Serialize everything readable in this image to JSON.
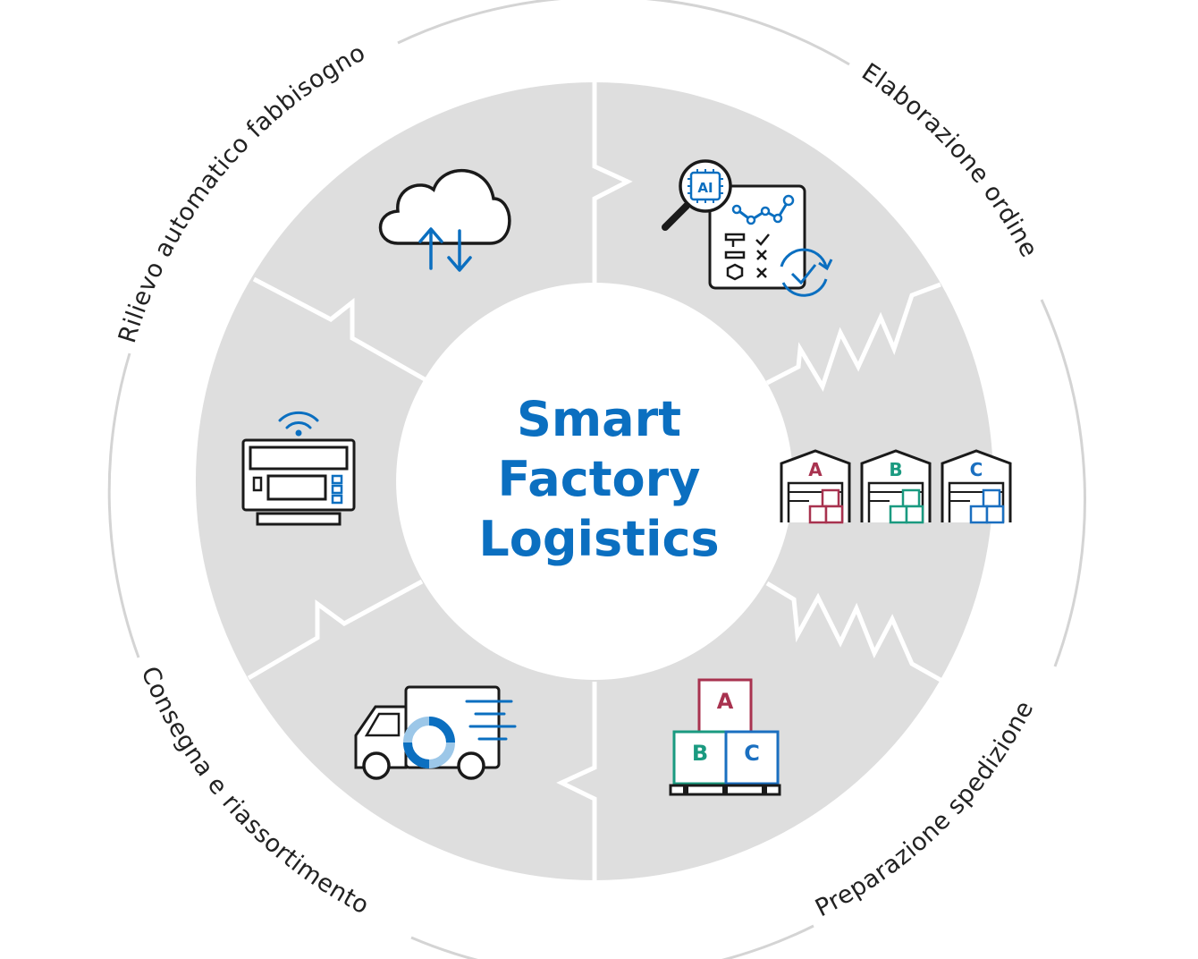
{
  "center": {
    "line1": "Smart",
    "line2": "Factory",
    "line3": "Logistics"
  },
  "stages": {
    "top_left": "Rilievo automatico fabbisogno",
    "top_right": "Elaborazione ordine",
    "bottom_right": "Preparazione spedizione",
    "bottom_left": "Consegna e riassortimento"
  },
  "icons": {
    "ai_badge": "AI",
    "warehouses": [
      "A",
      "B",
      "C"
    ],
    "pallet_boxes": [
      "A",
      "B",
      "C"
    ]
  },
  "colors": {
    "accent_blue": "#0b6fc0",
    "ring_gray": "#dedede",
    "outer_ring": "#d4d4d4",
    "label_red": "#a8324f",
    "label_teal": "#1a9a80",
    "label_blue": "#1a6fc0"
  }
}
